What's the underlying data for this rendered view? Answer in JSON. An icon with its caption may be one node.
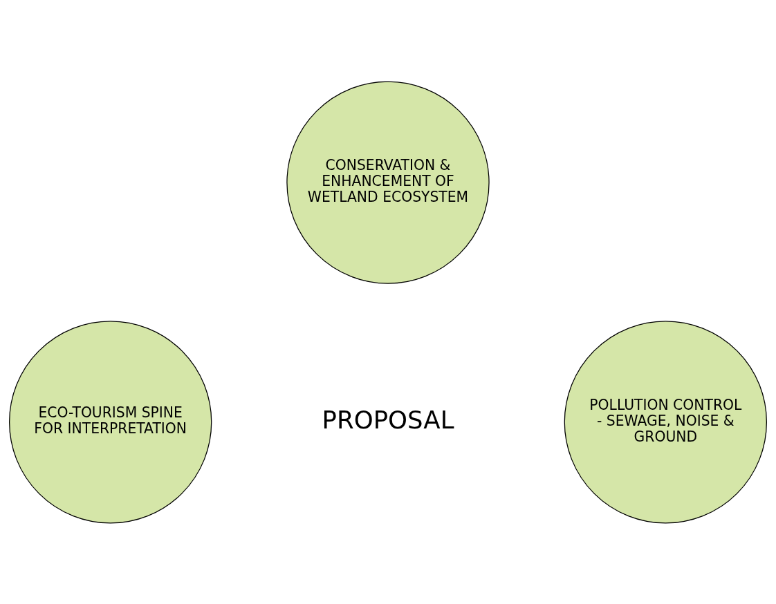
{
  "diagram": {
    "nodes": [
      {
        "text": [
          "CONSERVATION & ENHANCEMENT OF WETLAND ECOSYSTEM"
        ]
      },
      {
        "text": [
          "ECO-TOURISM SPINE FOR INTERPRETATION"
        ]
      },
      {
        "text": [
          "POLLUTION CONTROL - SEWAGE, NOISE & GROUND"
        ]
      }
    ],
    "labels": [
      "PROPOSAL"
    ]
  }
}
